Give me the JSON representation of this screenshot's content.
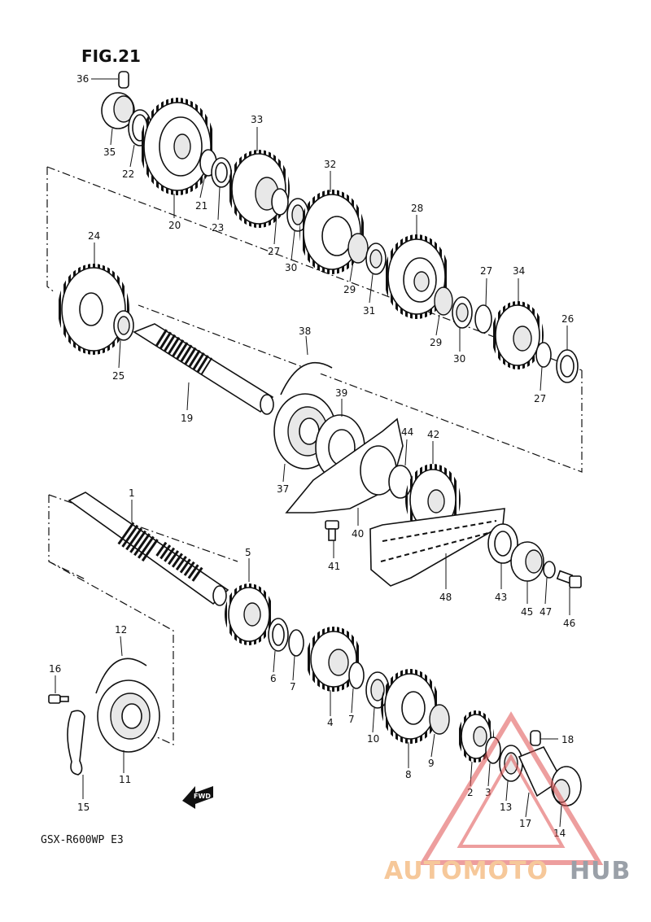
{
  "figure_title": "FIG.21",
  "model_code": "GSX-R600WP E3",
  "fwd_label": "FWD",
  "watermark": {
    "part_a": "AUTOMOTO",
    "part_b": "HUB",
    "color_a": "#f0a868",
    "color_b": "#8a9099",
    "logo_color": "#e05050"
  },
  "callouts": [
    {
      "id": "c36",
      "text": "36"
    },
    {
      "id": "c35",
      "text": "35"
    },
    {
      "id": "c22",
      "text": "22"
    },
    {
      "id": "c20",
      "text": "20"
    },
    {
      "id": "c21",
      "text": "21"
    },
    {
      "id": "c23",
      "text": "23"
    },
    {
      "id": "c33",
      "text": "33"
    },
    {
      "id": "c27a",
      "text": "27"
    },
    {
      "id": "c30a",
      "text": "30"
    },
    {
      "id": "c32",
      "text": "32"
    },
    {
      "id": "c29a",
      "text": "29"
    },
    {
      "id": "c31",
      "text": "31"
    },
    {
      "id": "c28",
      "text": "28"
    },
    {
      "id": "c29b",
      "text": "29"
    },
    {
      "id": "c30b",
      "text": "30"
    },
    {
      "id": "c27b",
      "text": "27"
    },
    {
      "id": "c34",
      "text": "34"
    },
    {
      "id": "c26",
      "text": "26"
    },
    {
      "id": "c27c",
      "text": "27"
    },
    {
      "id": "c24",
      "text": "24"
    },
    {
      "id": "c25",
      "text": "25"
    },
    {
      "id": "c19",
      "text": "19"
    },
    {
      "id": "c38",
      "text": "38"
    },
    {
      "id": "c39",
      "text": "39"
    },
    {
      "id": "c37",
      "text": "37"
    },
    {
      "id": "c44",
      "text": "44"
    },
    {
      "id": "c42",
      "text": "42"
    },
    {
      "id": "c40",
      "text": "40"
    },
    {
      "id": "c41",
      "text": "41"
    },
    {
      "id": "c48",
      "text": "48"
    },
    {
      "id": "c43",
      "text": "43"
    },
    {
      "id": "c45",
      "text": "45"
    },
    {
      "id": "c47",
      "text": "47"
    },
    {
      "id": "c46",
      "text": "46"
    },
    {
      "id": "c1",
      "text": "1"
    },
    {
      "id": "c5",
      "text": "5"
    },
    {
      "id": "c6",
      "text": "6"
    },
    {
      "id": "c7a",
      "text": "7"
    },
    {
      "id": "c7b",
      "text": "7"
    },
    {
      "id": "c4",
      "text": "4"
    },
    {
      "id": "c10",
      "text": "10"
    },
    {
      "id": "c8",
      "text": "8"
    },
    {
      "id": "c9",
      "text": "9"
    },
    {
      "id": "c18",
      "text": "18"
    },
    {
      "id": "c2",
      "text": "2"
    },
    {
      "id": "c3",
      "text": "3"
    },
    {
      "id": "c13",
      "text": "13"
    },
    {
      "id": "c17",
      "text": "17"
    },
    {
      "id": "c14",
      "text": "14"
    },
    {
      "id": "c12",
      "text": "12"
    },
    {
      "id": "c16",
      "text": "16"
    },
    {
      "id": "c11",
      "text": "11"
    },
    {
      "id": "c15",
      "text": "15"
    }
  ]
}
